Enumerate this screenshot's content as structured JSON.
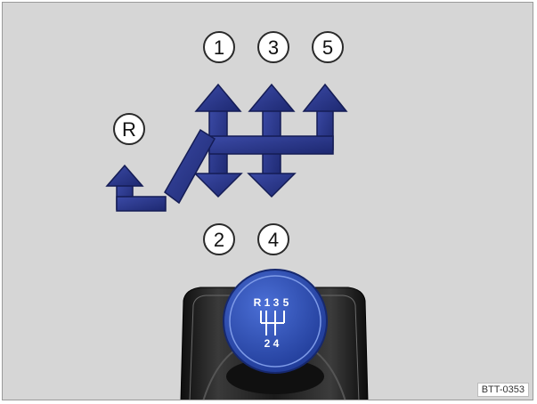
{
  "diagram": {
    "gears_top": [
      "1",
      "3",
      "5"
    ],
    "gears_bottom": [
      "2",
      "4"
    ],
    "reverse_label": "R",
    "knob": {
      "top_row": [
        "R",
        "1",
        "3",
        "5"
      ],
      "bottom_row": [
        "2",
        "4"
      ]
    },
    "code": "BTT-0353"
  },
  "colors": {
    "background": "#d6d6d6",
    "arrow_fill": "#2d3a8c",
    "arrow_dark": "#1a2466",
    "knob_blue": "#2f4fb8",
    "circle_fill": "#ffffff"
  }
}
